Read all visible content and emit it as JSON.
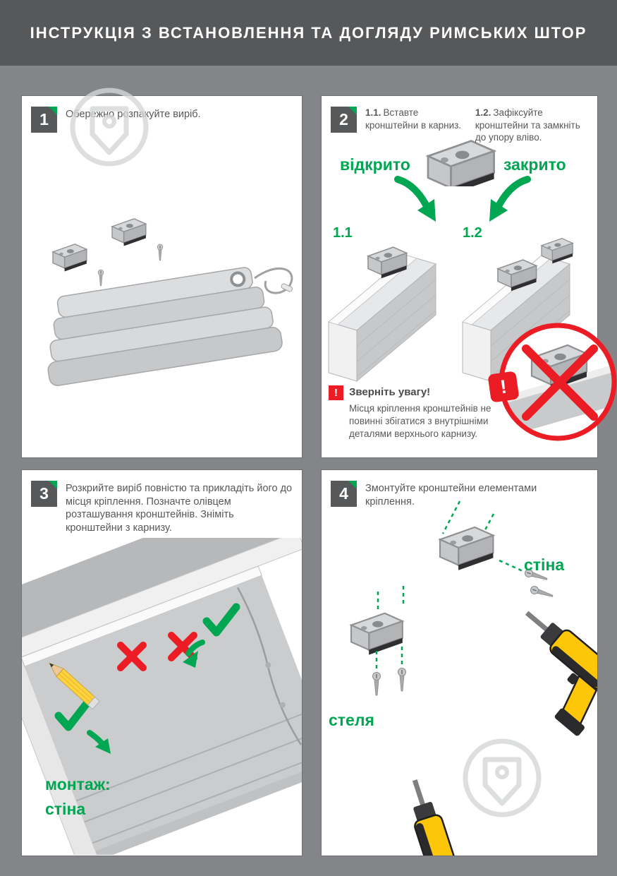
{
  "header": {
    "title": "ІНСТРУКЦІЯ З ВСТАНОВЛЕННЯ ТА ДОГЛЯДУ РИМСЬКИХ ШТОР"
  },
  "colors": {
    "accent_green": "#00A651",
    "accent_red": "#EC1C24",
    "gray_dark": "#57585A",
    "page_bg": "#838588"
  },
  "step1": {
    "number": "1",
    "text": "Обережно розпакуйте виріб."
  },
  "step2": {
    "number": "2",
    "instr1_num": "1.1.",
    "instr1_text": "Вставте кронштейни в карниз.",
    "instr2_num": "1.2.",
    "instr2_text": "Зафіксуйте кронштейни та замкніть до упору вліво.",
    "label_open": "відкрито",
    "label_closed": "закрито",
    "fig1": "1.1",
    "fig2": "1.2",
    "warning_mark": "!",
    "warning_title": "Зверніть увагу!",
    "warning_text": "Місця кріплення кронштейнів не повинні збігатися з внутрішніми деталями верхнього карнизу."
  },
  "step3": {
    "number": "3",
    "text": "Розкрийте виріб повністю та прикладіть його до місця кріплення. Позначте олівцем розташування кронштейнів. Зніміть кронштейни з карнизу.",
    "caption_line1": "монтаж:",
    "caption_line2": "стіна"
  },
  "step4": {
    "number": "4",
    "text": "Змонтуйте кронштейни елементами кріплення.",
    "label_wall": "стіна",
    "label_ceiling": "стеля"
  }
}
